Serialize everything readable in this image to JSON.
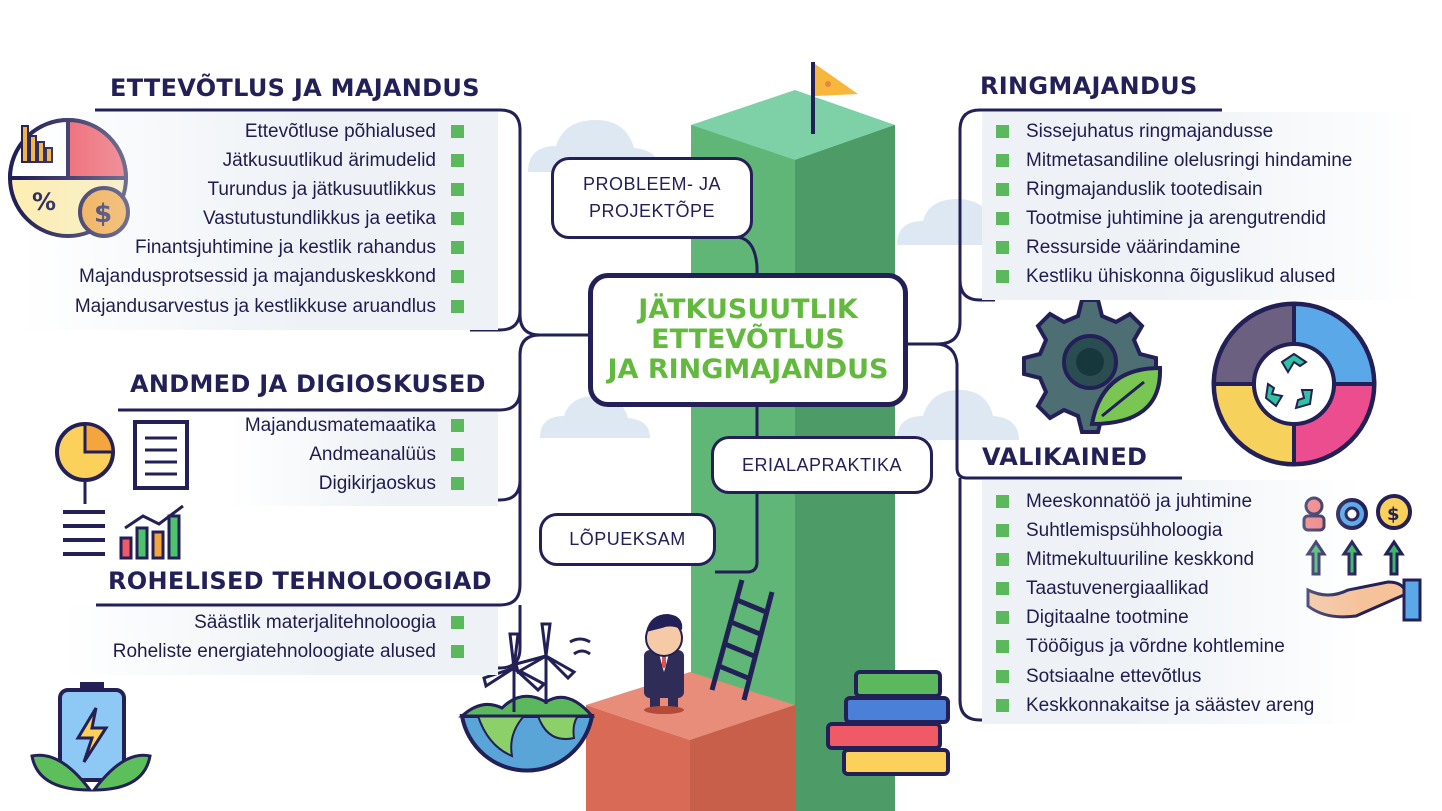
{
  "center": {
    "line1": "JÄTKUSUUTLIK",
    "line2": "ETTEVÕTLUS",
    "line3": "JA RINGMAJANDUS"
  },
  "boxes": {
    "probleem_line1": "PROBLEEM- JA",
    "probleem_line2": "PROJEKTÕPE",
    "erialapraktika": "ERIALAPRAKTIKA",
    "lopueksam": "LÕPUEKSAM"
  },
  "sections": {
    "ettevotlus": {
      "title": "ETTEVÕTLUS JA MAJANDUS",
      "items": [
        "Ettevõtluse põhialused",
        "Jätkusuutlikud ärimudelid",
        "Turundus ja jätkusuutlikkus",
        "Vastutustundlikkus ja eetika",
        "Finantsjuhtimine ja kestlik rahandus",
        "Majandusprotsessid ja majanduskeskkond",
        "Majandusarvestus ja kestlikkuse aruandlus"
      ]
    },
    "andmed": {
      "title": "ANDMED JA DIGIOSKUSED",
      "items": [
        "Majandusmatemaatika",
        "Andmeanalüüs",
        "Digikirjaoskus"
      ]
    },
    "rohelised": {
      "title": "ROHELISED TEHNOLOOGIAD",
      "items": [
        "Säästlik materjalitehnoloogia",
        "Roheliste energiatehnoloogiate alused"
      ]
    },
    "ringmajandus": {
      "title": "RINGMAJANDUS",
      "items": [
        "Sissejuhatus ringmajandusse",
        "Mitmetasandiline olelusringi hindamine",
        "Ringmajanduslik tootedisain",
        "Tootmise juhtimine ja arengutrendid",
        "Ressurside väärindamine",
        "Kestliku ühiskonna õiguslikud alused"
      ]
    },
    "valikained": {
      "title": "VALIKAINED",
      "items": [
        "Meeskonnatöö ja juhtimine",
        "Suhtlemispsühholoogia",
        "Mitmekultuuriline keskkond",
        "Taastuvenergiaallikad",
        "Digitaalne tootmine",
        "Tööõigus ja võrdne kohtlemine",
        "Sotsiaalne ettevõtlus",
        "Keskkonnakaitse ja säästev areng"
      ]
    }
  },
  "colors": {
    "navy": "#232057",
    "green_text": "#62b93e",
    "bullet": "#5cb85c",
    "pillar_front": "#5aaf72",
    "pillar_side": "#4d9b66",
    "pillar_top": "#7ed0a6",
    "block": "#e27b66"
  },
  "icons": [
    "finance-pie-icon",
    "dollar-coin-icon",
    "data-charts-icon",
    "green-battery-icon",
    "wind-turbine-globe-icon",
    "businessman-icon",
    "ladder-icon",
    "flag-icon",
    "gear-leaf-icon",
    "recycle-circle-icon",
    "hand-growth-icon",
    "books-stack-icon",
    "cloud-icon"
  ]
}
